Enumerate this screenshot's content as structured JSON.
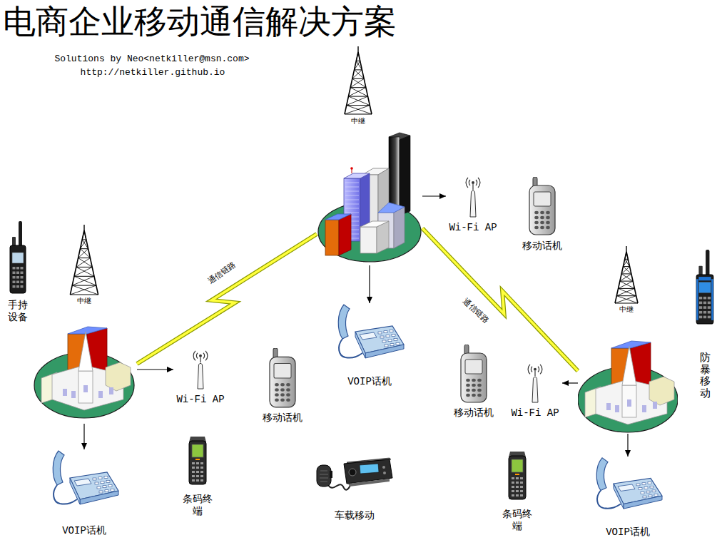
{
  "diagram": {
    "title": "电商企业移动通信解决方案",
    "nodes": [
      {
        "text": [
          "中继"
        ]
      },
      {
        "text": [
          "Wi-Fi AP"
        ]
      },
      {
        "text": [
          "移动话机"
        ]
      },
      {
        "text": [
          "手持 设备"
        ]
      },
      {
        "text": [
          "中继"
        ]
      },
      {
        "text": [
          "中继"
        ]
      },
      {
        "text": [
          "防暴移动"
        ]
      },
      {
        "text": [
          "VOIP话机"
        ]
      },
      {
        "text": [
          "Wi-Fi AP"
        ]
      },
      {
        "text": [
          "移动话机"
        ]
      },
      {
        "text": [
          "移动话机"
        ]
      },
      {
        "text": [
          "Wi-Fi AP"
        ]
      },
      {
        "text": [
          "条码终 端"
        ]
      },
      {
        "text": [
          "车载移动"
        ]
      },
      {
        "text": [
          "条码终 端"
        ]
      },
      {
        "text": [
          "VOIP话机"
        ]
      },
      {
        "text": [
          "VOIP话机"
        ]
      }
    ],
    "edges": [
      {
        "from": 0,
        "to": 1,
        "arrow": "to"
      },
      {
        "from": 0,
        "to": 7,
        "arrow": "to"
      },
      {
        "from": 4,
        "to": 8,
        "arrow": "to"
      },
      {
        "from": 4,
        "to": 15,
        "arrow": "to"
      },
      {
        "from": 5,
        "to": 11,
        "arrow": "to"
      },
      {
        "from": 5,
        "to": 16,
        "arrow": "to"
      },
      {
        "from": 0,
        "to": 4,
        "label": "通信链路",
        "arrow": "none"
      },
      {
        "from": 0,
        "to": 5,
        "label": "通信链路",
        "arrow": "none"
      }
    ],
    "labels": [
      "Solutions by Neo<netkiller@msn.com>",
      "http://netkiller.github.io"
    ]
  }
}
